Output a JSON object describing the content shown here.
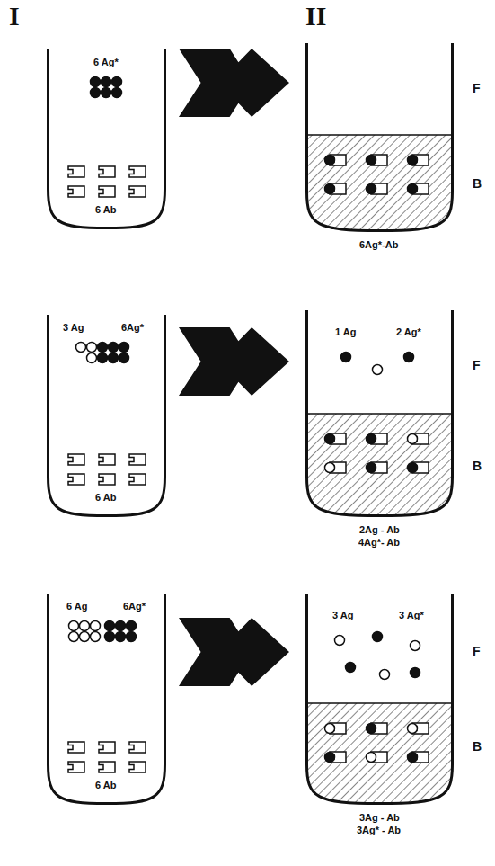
{
  "diagram": {
    "nodes": [
      {
        "text": [
          "6 Ag*",
          "6 Ab"
        ]
      },
      {
        "text": [
          "6Ag*-Ab"
        ]
      },
      {
        "text": [
          "3 Ag",
          "6Ag*",
          "6 Ab"
        ]
      },
      {
        "text": [
          "1 Ag",
          "2 Ag*",
          "2Ag - Ab",
          "4Ag*- Ab"
        ]
      },
      {
        "text": [
          "6 Ag",
          "6Ag*",
          "6 Ab"
        ]
      },
      {
        "text": [
          "3 Ag",
          "3 Ag*",
          "3Ag - Ab",
          "3Ag* - Ab"
        ]
      }
    ],
    "edges": [
      {
        "from": 0,
        "to": 1,
        "arrow": "to"
      },
      {
        "from": 2,
        "to": 3,
        "arrow": "to"
      },
      {
        "from": 4,
        "to": 5,
        "arrow": "to"
      }
    ],
    "labels": [
      "I",
      "II",
      "F",
      "B",
      "F",
      "B",
      "F",
      "B"
    ]
  }
}
